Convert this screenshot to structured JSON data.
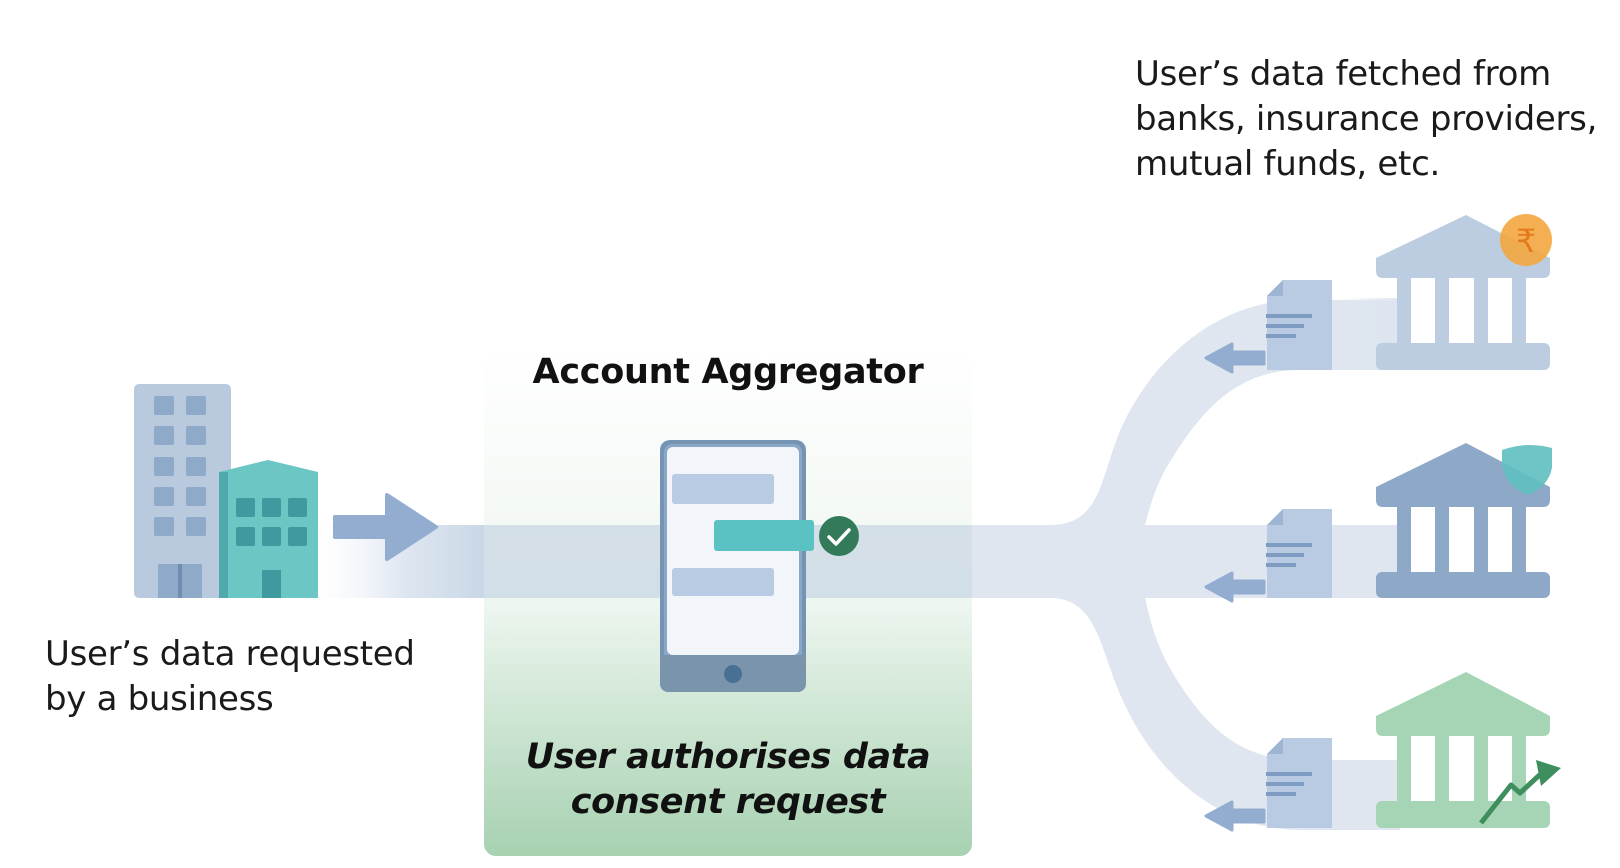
{
  "sources_caption": {
    "line1": "User’s data fetched from",
    "line2": "banks, insurance providers,",
    "line3": "mutual funds, etc."
  },
  "business_caption": {
    "line1": "User’s data requested",
    "line2": "by a business"
  },
  "aggregator": {
    "title": "Account Aggregator",
    "caption_line1": "User authorises data",
    "caption_line2": "consent request"
  },
  "icons": {
    "business": "office-buildings-icon",
    "phone": "smartphone-consent-icon",
    "approved": "checkmark-badge-icon",
    "bank": "bank-institution-icon",
    "insurance": "shield-icon",
    "investments": "growth-arrow-icon",
    "currency": "rupee-coin-icon",
    "document": "document-icon"
  },
  "colors": {
    "flow_band": "#dde5f0",
    "aggregator_top": "#f7faf8",
    "aggregator_bottom": "#a7d1b1",
    "business_tower": "#b9c9de",
    "business_teal": "#6cc6c4",
    "bank_light": "#bccde1",
    "bank_mid": "#8ea8c8",
    "bank_green": "#a5d5b4",
    "coin": "#f3a63f",
    "shield": "#5fbfbf",
    "check": "#337a5a",
    "growth_line": "#3e8e5e",
    "arrow": "#97b0d0",
    "document": "#b8cbe3"
  }
}
